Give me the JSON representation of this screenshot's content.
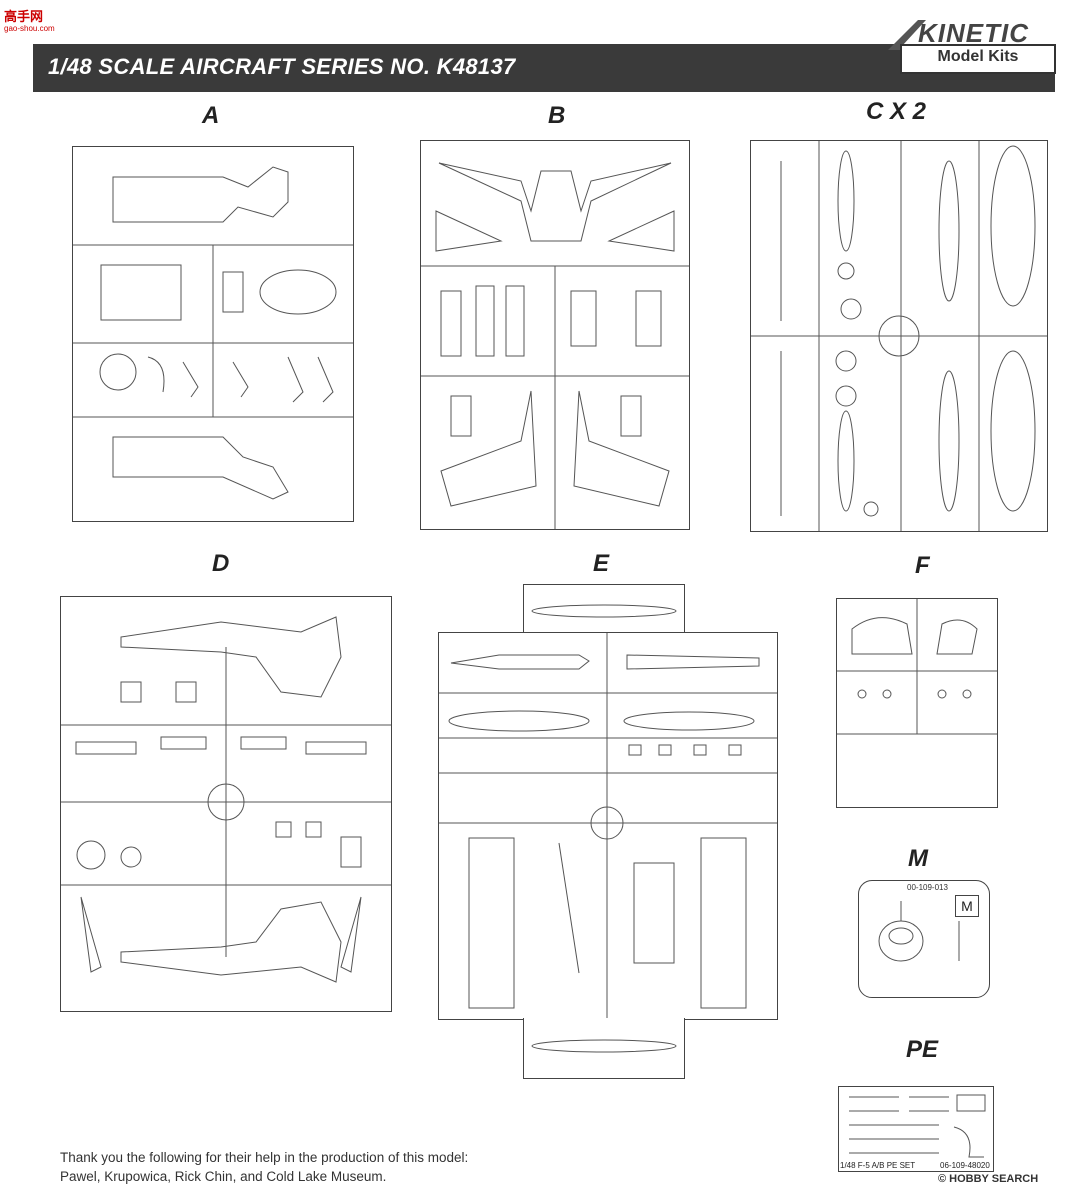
{
  "site": {
    "name": "高手网",
    "url": "gao-shou.com"
  },
  "header": {
    "title": "1/48 SCALE AIRCRAFT SERIES NO. K48137",
    "logo_main": "KINETIC",
    "logo_sub": "Model Kits"
  },
  "sprues": {
    "a": "A",
    "b": "B",
    "c": "C X 2",
    "d": "D",
    "e": "E",
    "f": "F",
    "m": "M",
    "pe": "PE"
  },
  "part_codes": {
    "m_code": "00-109-013",
    "m_letter": "M",
    "pe_caption": "1/48 F-5 A/B PE SET",
    "pe_code": "06-109-48020"
  },
  "footer": {
    "line1": "Thank you the following for their help in the production of this model:",
    "line2": "Pawel, Krupowica, Rick Chin, and Cold Lake Museum."
  },
  "watermark": "© HOBBY SEARCH"
}
